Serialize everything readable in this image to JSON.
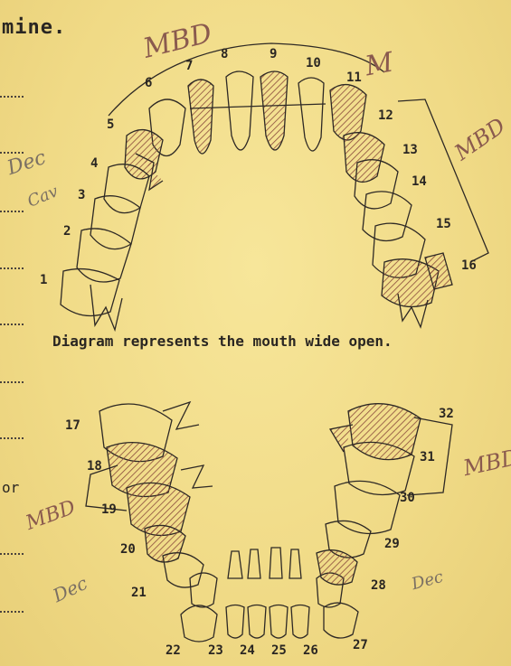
{
  "heading_fragment": "mine.",
  "caption": "Diagram represents the mouth wide open.",
  "margin_fragment": "or",
  "upper_numbers": [
    "1",
    "2",
    "3",
    "4",
    "5",
    "6",
    "7",
    "8",
    "9",
    "10",
    "11",
    "12",
    "13",
    "14",
    "15",
    "16"
  ],
  "lower_numbers": [
    "17",
    "18",
    "19",
    "20",
    "21",
    "22",
    "23",
    "24",
    "25",
    "26",
    "27",
    "28",
    "29",
    "30",
    "31",
    "32"
  ],
  "annotations": {
    "mbd_top": "MBD",
    "m_right": "M",
    "mbd_right_upper": "MBD",
    "mbd_left_lower": "MBD",
    "mbd_right_lower": "MBD",
    "dec_left_upper": "Dec",
    "cav_left": "Cav",
    "dec_left_lower": "Dec",
    "dec_right_lower": "Dec"
  }
}
